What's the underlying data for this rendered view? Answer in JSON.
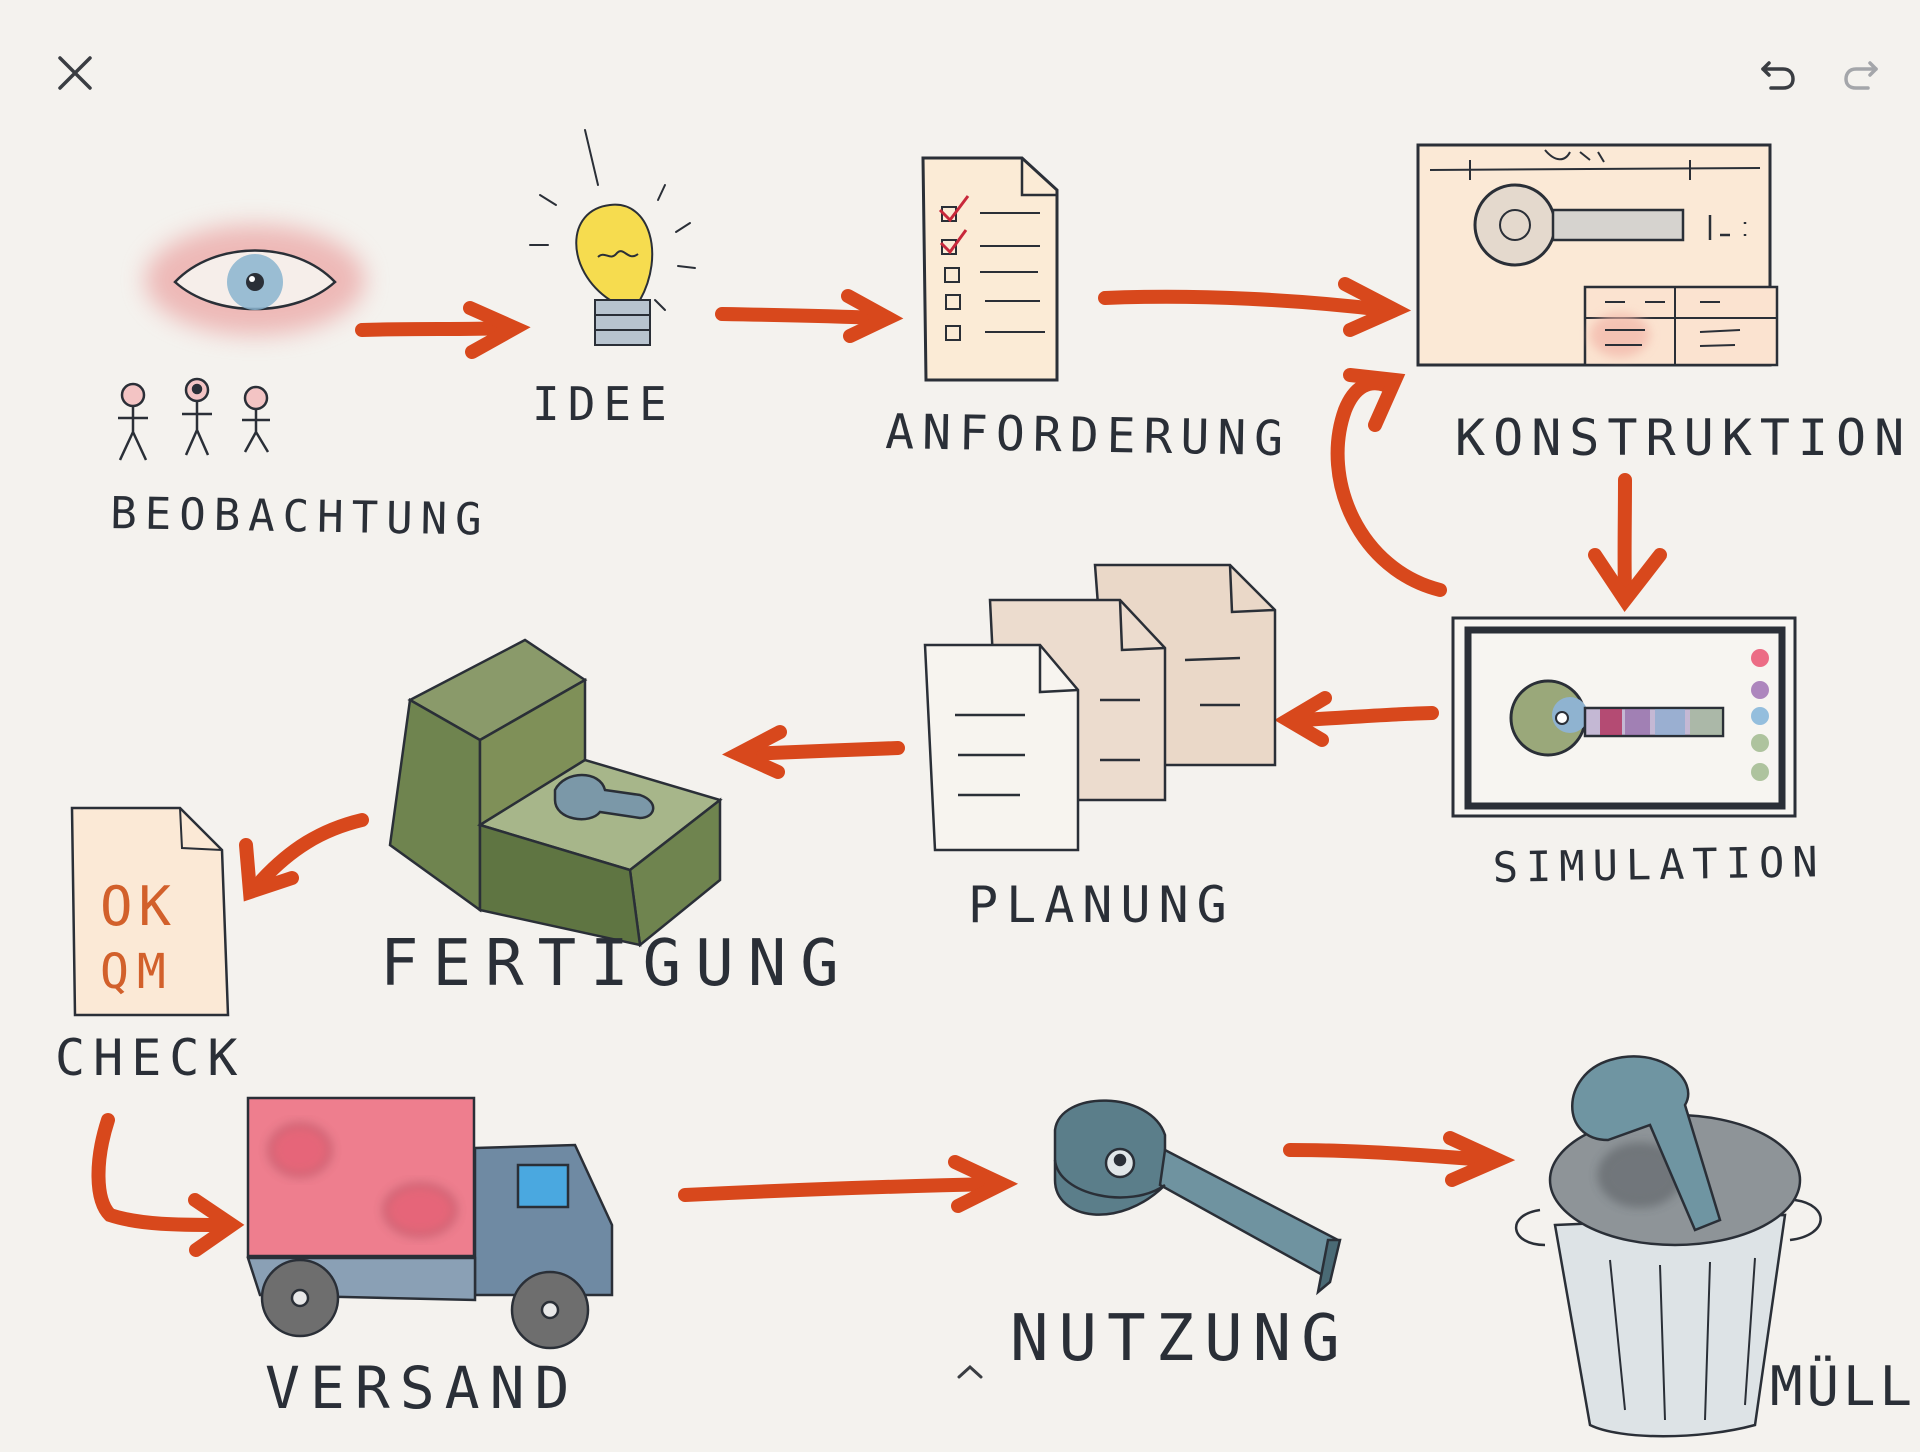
{
  "toolbar": {
    "close_icon": "close-icon",
    "undo_icon": "undo-icon",
    "redo_icon": "redo-icon"
  },
  "labels": {
    "beobachtung": "BEOBACHTUNG",
    "idee": "IDEE",
    "anforderung": "ANFORDERUNG",
    "konstruktion": "KONSTRUKTION",
    "simulation": "SIMULATION",
    "planung": "PLANUNG",
    "fertigung": "FERTIGUNG",
    "check": "CHECK",
    "check_ok": "OK",
    "check_qm": "QM",
    "versand": "VERSAND",
    "nutzung": "NUTZUNG",
    "muell": "MÜLL"
  },
  "bottom": {
    "chevron_icon": "chevron-up-icon"
  },
  "colors": {
    "arrow": "#d8481c",
    "ink": "#2a2f37",
    "background": "#f4f2ee"
  }
}
